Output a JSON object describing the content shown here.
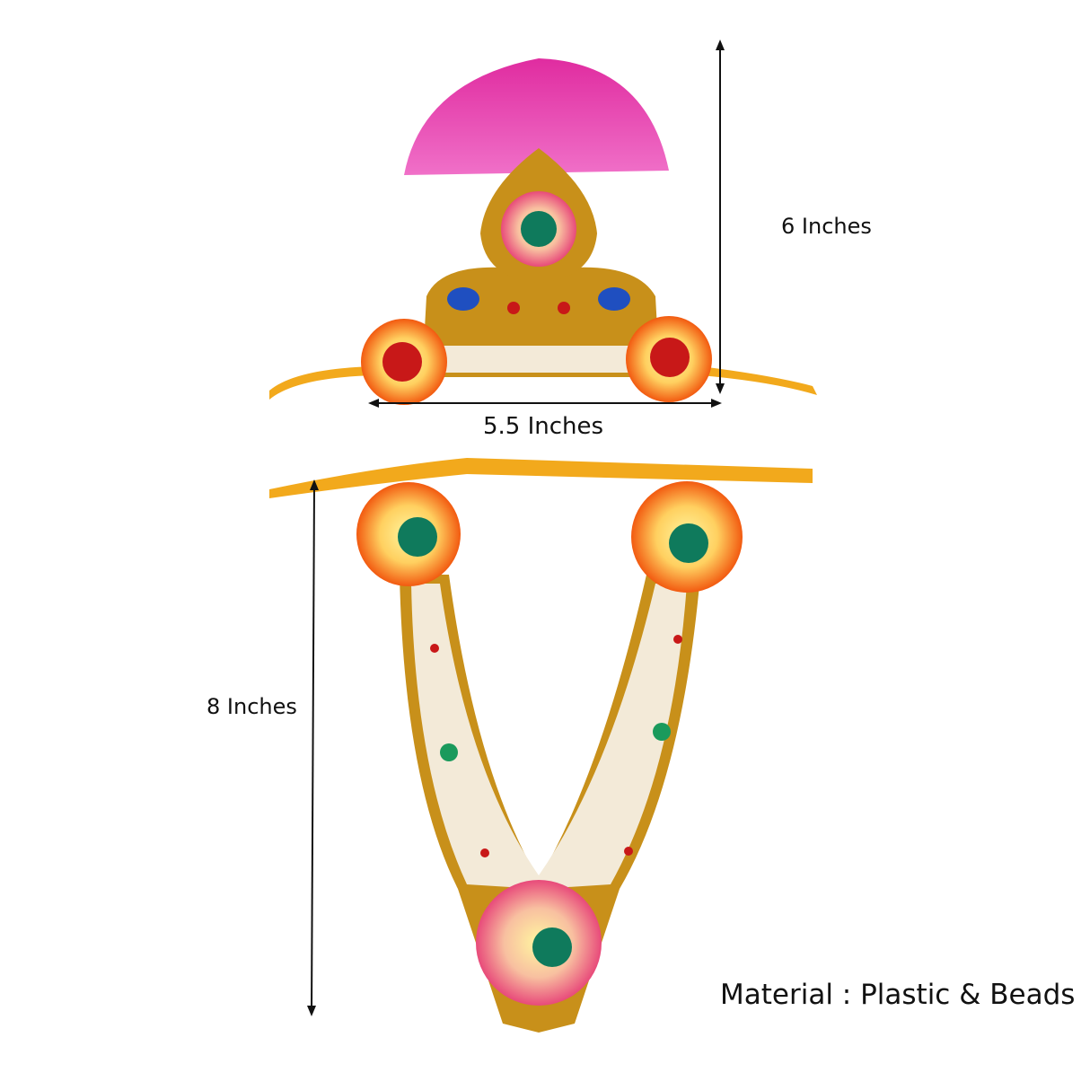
{
  "dimensions": {
    "height_crown": "6 Inches",
    "width_crown": "5.5 Inches",
    "height_necklace": "8 Inches"
  },
  "material": "Material : Plastic & Beads",
  "colors": {
    "gold": "#c8901a",
    "pearl": "#f3ead8",
    "pink_feather": "#e93fb0",
    "orange_flower": "#f26a1b",
    "green_stone": "#0f7a5c",
    "red_stone": "#c81818",
    "blue_stone": "#1f4fc0",
    "ribbon": "#f2a91c"
  }
}
